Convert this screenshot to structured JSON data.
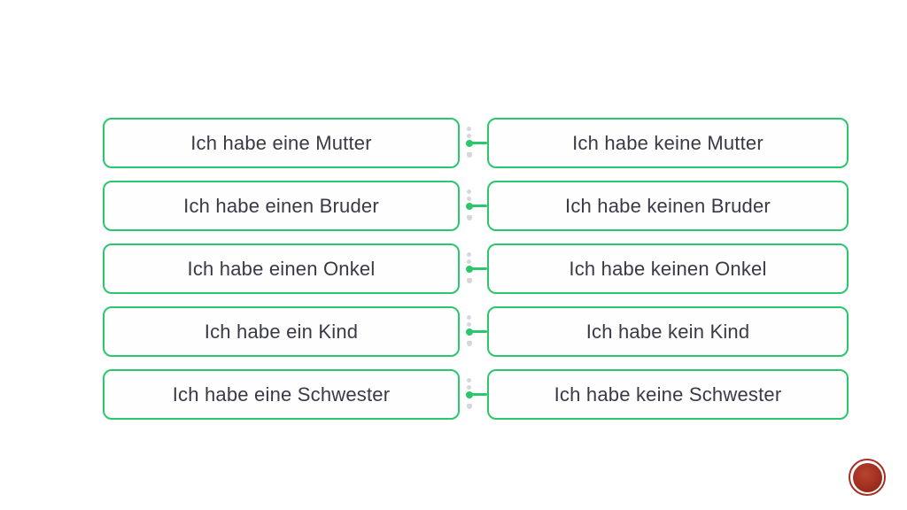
{
  "slide": {
    "background": "#ffffff",
    "rows": [
      {
        "left": "Ich habe eine Mutter",
        "right": "Ich habe keine Mutter"
      },
      {
        "left": "Ich habe einen Bruder",
        "right": "Ich habe keinen Bruder"
      },
      {
        "left": "Ich habe einen Onkel",
        "right": "Ich habe keinen Onkel"
      },
      {
        "left": "Ich habe ein Kind",
        "right": "Ich habe kein Kind"
      },
      {
        "left": "Ich habe eine Schwester",
        "right": "Ich habe keine Schwester"
      }
    ],
    "logo": {
      "icon": "red-seal-circle",
      "color": "#a43122"
    },
    "colors": {
      "card_border": "#2bc76d",
      "connector_green": "#2bc76d",
      "dot_gray": "#d6d6dd",
      "text": "#3a3a47",
      "seal_red": "#a43122"
    }
  }
}
